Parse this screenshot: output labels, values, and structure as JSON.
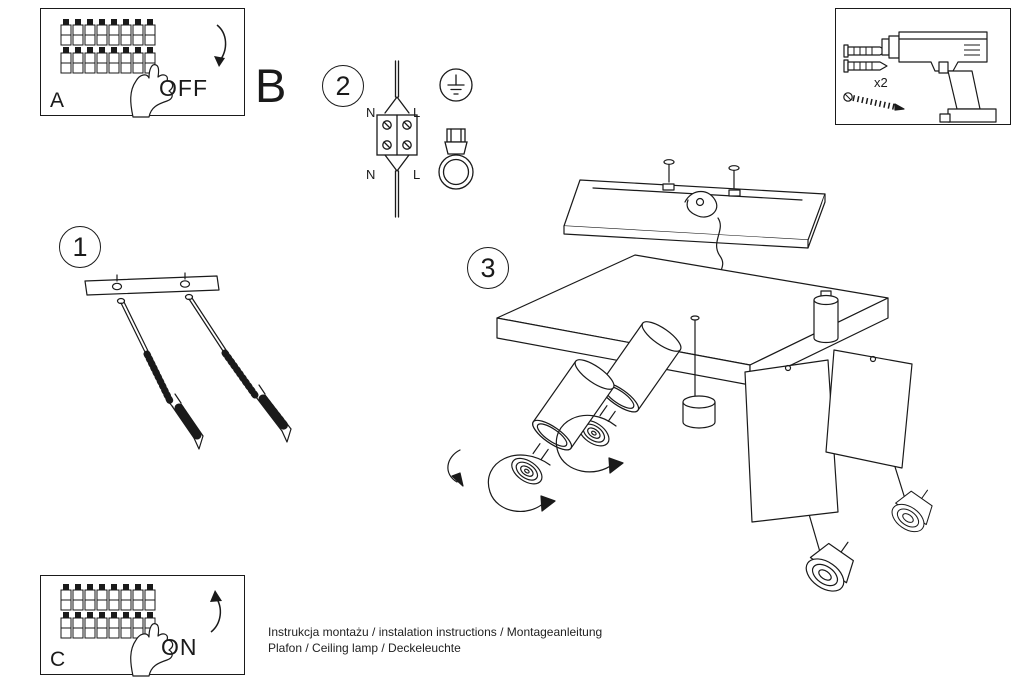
{
  "sheet": {
    "ink": "#1a1a1a",
    "background": "#ffffff"
  },
  "steps": {
    "a_label": "A",
    "b_label": "B",
    "c_label": "C",
    "step1": "1",
    "step2": "2",
    "step3": "3",
    "off": "OFF",
    "on": "ON"
  },
  "wiring": {
    "n_top": "N",
    "l_top": "L",
    "n_bottom": "N",
    "l_bottom": "L"
  },
  "hardware": {
    "anchor_count": "x2"
  },
  "footer": {
    "line1": "Instrukcja montażu / instalation instructions / Montageanleitung",
    "line2": "Plafon / Ceiling lamp / Deckeleuchte"
  }
}
